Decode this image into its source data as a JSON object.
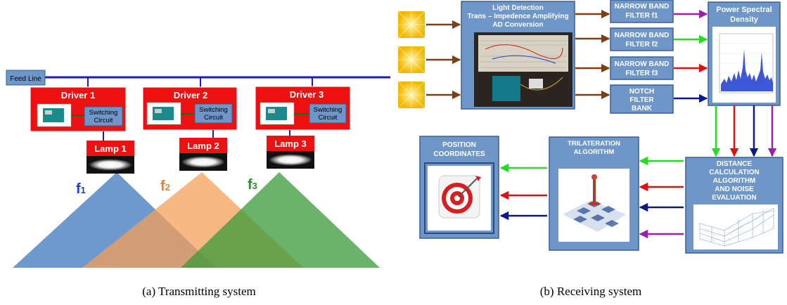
{
  "panel_a": {
    "feed_line": "Feed Line",
    "drivers": [
      {
        "title": "Driver 1",
        "switch_l1": "Switching",
        "switch_l2": "Circuit",
        "lamp": "Lamp 1"
      },
      {
        "title": "Driver 2",
        "switch_l1": "Switching",
        "switch_l2": "Circuit",
        "lamp": "Lamp 2"
      },
      {
        "title": "Driver 3",
        "switch_l1": "Switching",
        "switch_l2": "Circuit",
        "lamp": "Lamp 3"
      }
    ],
    "freq": [
      {
        "base": "f",
        "sub": "1",
        "color": "#1f3fbf"
      },
      {
        "base": "f",
        "sub": "2",
        "color": "#d9843a"
      },
      {
        "base": "f",
        "sub": "3",
        "color": "#2e8b2e"
      }
    ],
    "caption": "(a)  Transmitting system"
  },
  "panel_b": {
    "detect": {
      "l1": "Light Detection",
      "l2": "Trans – Impedence Amplifying",
      "l3": "AD Conversion"
    },
    "filters": [
      {
        "l1": "NARROW BAND",
        "l2": "FILTER f1"
      },
      {
        "l1": "NARROW BAND",
        "l2": "FILTER f2"
      },
      {
        "l1": "NARROW BAND",
        "l2": "FILTER f3"
      },
      {
        "l1": "NOTCH",
        "l2": "FILTER",
        "l3": "BANK"
      }
    ],
    "psd": {
      "l1": "Power Spectral",
      "l2": "Density"
    },
    "distance": {
      "l1": "DISTANCE",
      "l2": "CALCULATION",
      "l3": "ALGORITHM",
      "l4": "AND NOISE",
      "l5": "EVALUATION"
    },
    "trilateration": {
      "l1": "TRILATERATION",
      "l2": "ALGORITHM"
    },
    "position": {
      "l1": "POSITION",
      "l2": "COORDINATES"
    },
    "caption": "(b)  Receiving system"
  },
  "colors": {
    "box_blue": "#6f96c8",
    "box_border": "#3b5f92",
    "feed_line": "#1a1acc",
    "driver_red": "#ee1111",
    "arrow_brown": "#7b3f12",
    "arrow_green": "#22dd22",
    "arrow_red": "#dd1111",
    "arrow_navy": "#0a1a8a",
    "arrow_purple": "#9a20a8",
    "tri_blue": "#4a7fbf",
    "tri_orange": "#f5a05a",
    "tri_green": "#3a9a3a"
  }
}
